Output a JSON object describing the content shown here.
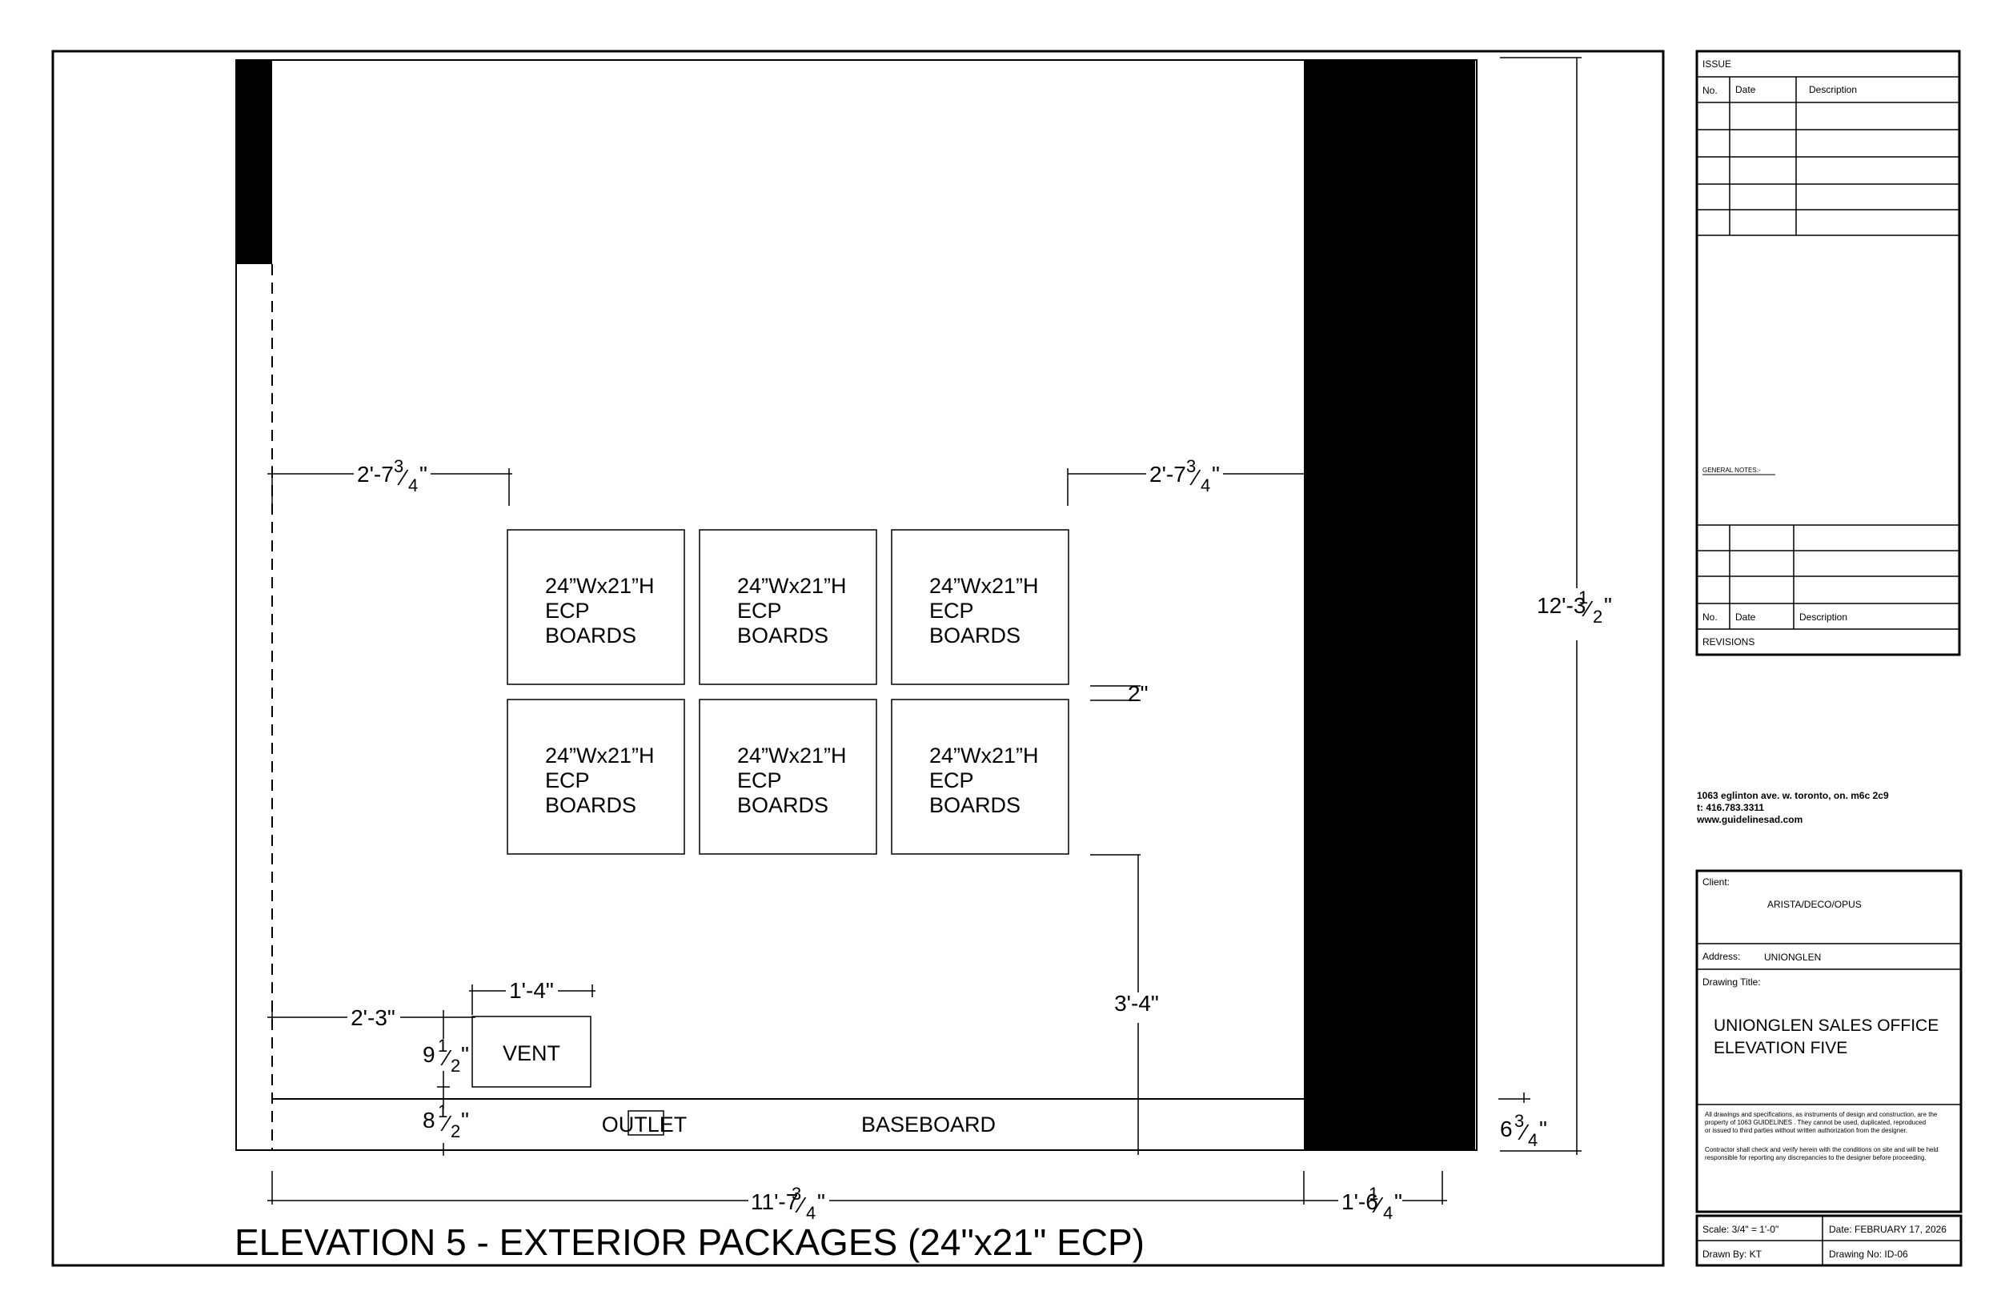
{
  "drawing": {
    "title": "ELEVATION 5 - EXTERIOR PACKAGES (24\"x21\" ECP)",
    "boards": [
      [
        "24”Wx21”H",
        "ECP",
        "BOARDS"
      ],
      [
        "24”Wx21”H",
        "ECP",
        "BOARDS"
      ],
      [
        "24”Wx21”H",
        "ECP",
        "BOARDS"
      ],
      [
        "24”Wx21”H",
        "ECP",
        "BOARDS"
      ],
      [
        "24”Wx21”H",
        "ECP",
        "BOARDS"
      ],
      [
        "24”Wx21”H",
        "ECP",
        "BOARDS"
      ]
    ],
    "labels": {
      "vent": "VENT",
      "outlet": "OUTLET",
      "baseboard": "BASEBOARD"
    },
    "dimensions": {
      "left_offset": "2'-7",
      "left_offset_frac": [
        "3",
        "4"
      ],
      "right_offset": "2'-7",
      "right_offset_frac": [
        "3",
        "4"
      ],
      "gap": "2\"",
      "height_from_floor": "3'-4\"",
      "vent_width": "1'-4\"",
      "vent_offset": "2'-3\"",
      "vent_height": "9",
      "vent_height_frac": [
        "1",
        "2"
      ],
      "baseboard_height": "8",
      "baseboard_height_frac": [
        "1",
        "2"
      ],
      "total_width": "11'-7",
      "total_width_frac": [
        "3",
        "4"
      ],
      "column_width": "1'-6",
      "column_width_frac": [
        "1",
        "4"
      ],
      "total_height": "12'-3",
      "total_height_frac": [
        "1",
        "2"
      ],
      "column_base": "6",
      "column_base_frac": [
        "3",
        "4"
      ]
    }
  },
  "title_block": {
    "issue_header": "ISSUE",
    "issue_columns": [
      "No.",
      "Date",
      "Description"
    ],
    "general_notes": "GENERAL NOTES:-",
    "revision_columns": [
      "No.",
      "Date",
      "Description"
    ],
    "revisions_label": "REVISIONS",
    "address_lines": [
      "1063 eglinton ave. w. toronto, on. m6c 2c9",
      "t: 416.783.3311",
      "www.guidelinesad.com"
    ],
    "client_label": "Client:",
    "client_value": "ARISTA/DECO/OPUS",
    "address_label": "Address:",
    "address_value": "UNIONGLEN",
    "drawing_title_label": "Drawing Title:",
    "drawing_title_lines": [
      "UNIONGLEN SALES OFFICE",
      "ELEVATION FIVE"
    ],
    "disclaimer_lines": [
      "All drawings and specifications, as instruments of design and construction, are the",
      "property of 1063 GUIDELINES . They cannot be used, duplicated, reproduced",
      "or issued to third parties without written authorization from the designer.",
      "Contractor shall check and verify herein with the conditions on site and will be held",
      "responsible for reporting any discrepancies to the designer before proceeding."
    ],
    "scale": "Scale:   3/4\" = 1'-0\"",
    "date": "Date: FEBRUARY 17, 2026",
    "drawn_by": "Drawn By:   KT",
    "drawing_no": "Drawing No:  ID-06"
  }
}
